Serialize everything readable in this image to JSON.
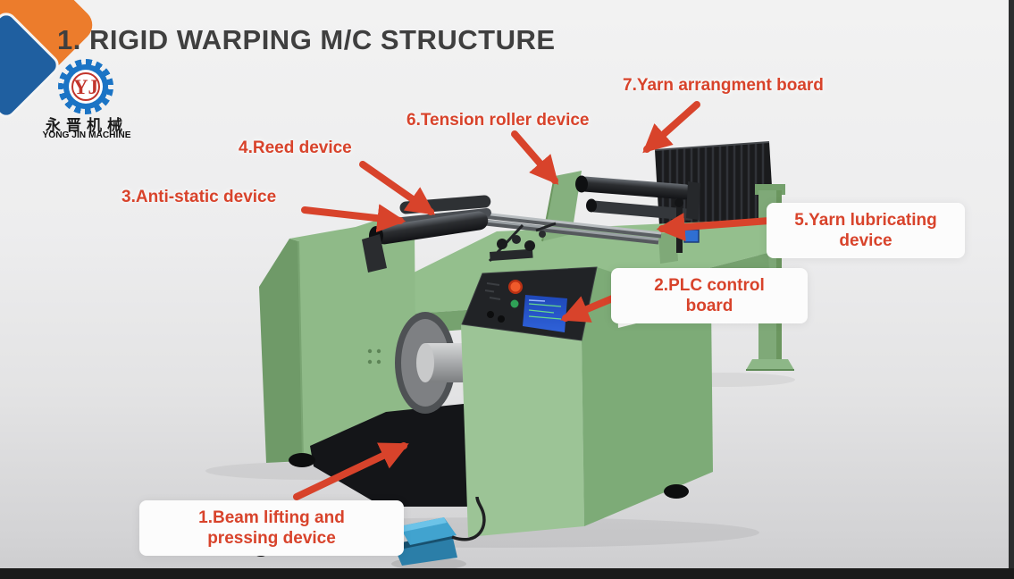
{
  "slide": {
    "title": "1. RIGID WARPING M/C STRUCTURE"
  },
  "logo": {
    "monogram": "YJ",
    "company_cn": "永晋机械",
    "company_en": "YONG JIN MACHINE"
  },
  "annotations": {
    "beam_lifting": {
      "line1": "1.Beam lifting and",
      "line2": "pressing device"
    },
    "plc_board": {
      "line1": "2.PLC control",
      "line2": "board"
    },
    "anti_static": {
      "text": "3.Anti-static device"
    },
    "reed": {
      "text": "4.Reed device"
    },
    "yarn_lubricating": {
      "line1": "5.Yarn lubricating",
      "line2": "device"
    },
    "tension_roller": {
      "text": "6.Tension roller device"
    },
    "yarn_arrangement": {
      "text": "7.Yarn arrangment board"
    }
  },
  "colors": {
    "label_red": "#d8432b",
    "machine_green": "#8fba88",
    "title_gray": "#3f3f3f",
    "logo_blue": "#1b74c5",
    "logo_red": "#c2352c",
    "accent_orange": "#ec7c2c",
    "accent_blue": "#1f5fa0",
    "pedal_blue": "#41a3cf",
    "screen_blue": "#2f62d9"
  }
}
